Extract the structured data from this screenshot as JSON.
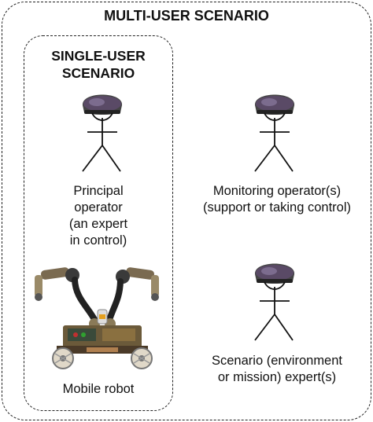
{
  "multi_user": {
    "title": "MULTI-USER SCENARIO"
  },
  "single_user": {
    "title_line1": "SINGLE-USER",
    "title_line2": "SCENARIO"
  },
  "actors": [
    {
      "id": "principal",
      "lines": [
        "Principal",
        "operator",
        "(an expert",
        "in control)"
      ],
      "icon": "stick-figure-with-headset-icon"
    },
    {
      "id": "monitoring",
      "lines": [
        "Monitoring operator(s)",
        "(support or taking control)"
      ],
      "icon": "stick-figure-with-headset-icon"
    },
    {
      "id": "scenario",
      "lines": [
        "Scenario (environment",
        "or mission) expert(s)"
      ],
      "icon": "stick-figure-with-headset-icon"
    }
  ],
  "robot": {
    "label": "Mobile robot",
    "icon": "mobile-robot-icon"
  }
}
